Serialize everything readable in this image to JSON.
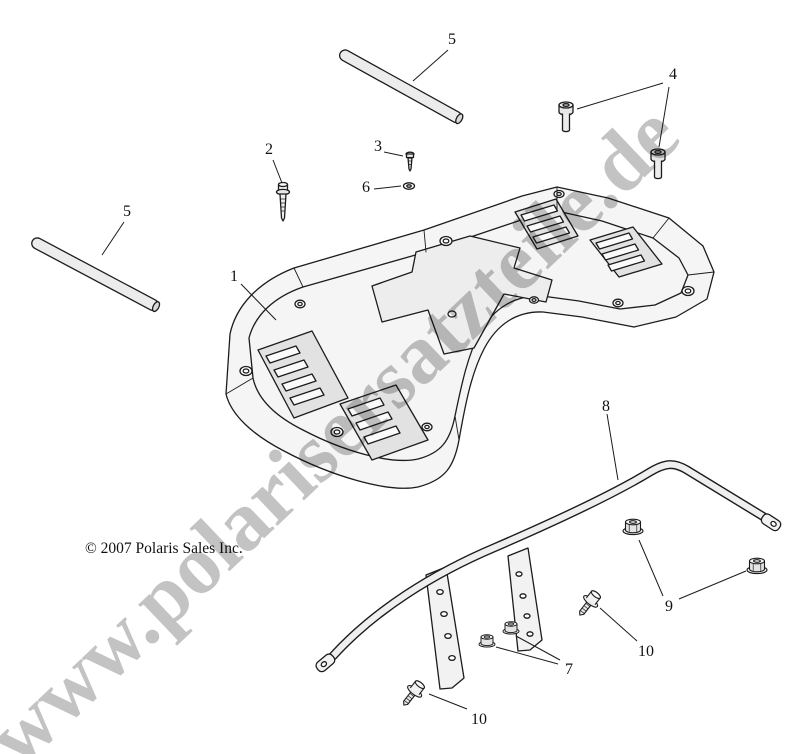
{
  "page": {
    "background": "#ffffff",
    "copyright": "© 2007 Polaris Sales Inc.",
    "watermark": "www.polarisersatzteile.de",
    "watermark_color": "#c3c3c3",
    "line_color": "#1c1c1c"
  },
  "callouts": [
    {
      "label": "5",
      "target": "rod-upper"
    },
    {
      "label": "4",
      "target": "bolts-pair"
    },
    {
      "label": "2",
      "target": "screw-large"
    },
    {
      "label": "3",
      "target": "screw-small"
    },
    {
      "label": "6",
      "target": "washer"
    },
    {
      "label": "5",
      "target": "rod-left"
    },
    {
      "label": "1",
      "target": "rack-assembly"
    },
    {
      "label": "8",
      "target": "grab-bar"
    },
    {
      "label": "9",
      "target": "flange-nuts-large"
    },
    {
      "label": "7",
      "target": "flange-nuts-small"
    },
    {
      "label": "10",
      "target": "flange-bolt-right"
    },
    {
      "label": "10",
      "target": "flange-bolt-lower"
    }
  ]
}
